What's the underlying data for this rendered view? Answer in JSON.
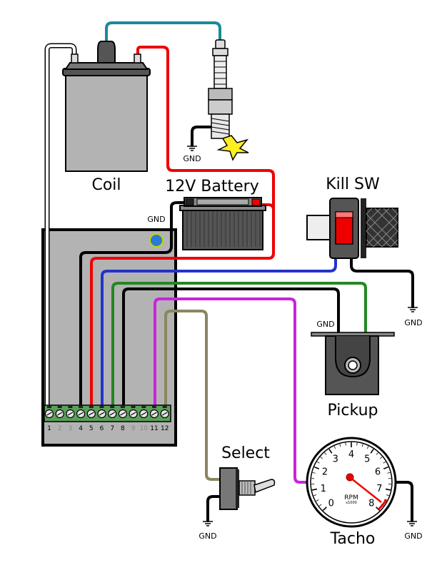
{
  "labels": {
    "coil": "Coil",
    "battery": "12V Battery",
    "kill_switch": "Kill SW",
    "pickup": "Pickup",
    "select": "Select",
    "tacho": "Tacho",
    "gnd": "GND"
  },
  "terminal_numbers": [
    "1",
    "2",
    "3",
    "4",
    "5",
    "6",
    "7",
    "8",
    "9",
    "10",
    "11",
    "12"
  ],
  "tacho": {
    "dial_numbers": [
      "0",
      "1",
      "2",
      "3",
      "4",
      "5",
      "6",
      "7",
      "8"
    ],
    "unit": "RPM",
    "multiplier": "x1000"
  },
  "colors": {
    "wire_black": "#000000",
    "wire_red": "#ee0000",
    "wire_blue": "#2233cc",
    "wire_green": "#228822",
    "wire_magenta": "#cc22dd",
    "wire_khaki": "#8a8660",
    "wire_teal": "#1a8a9a",
    "terminal_green": "#5aa05a",
    "module_gray": "#b3b3b3",
    "indicator_blue": "#2a7ad8"
  }
}
